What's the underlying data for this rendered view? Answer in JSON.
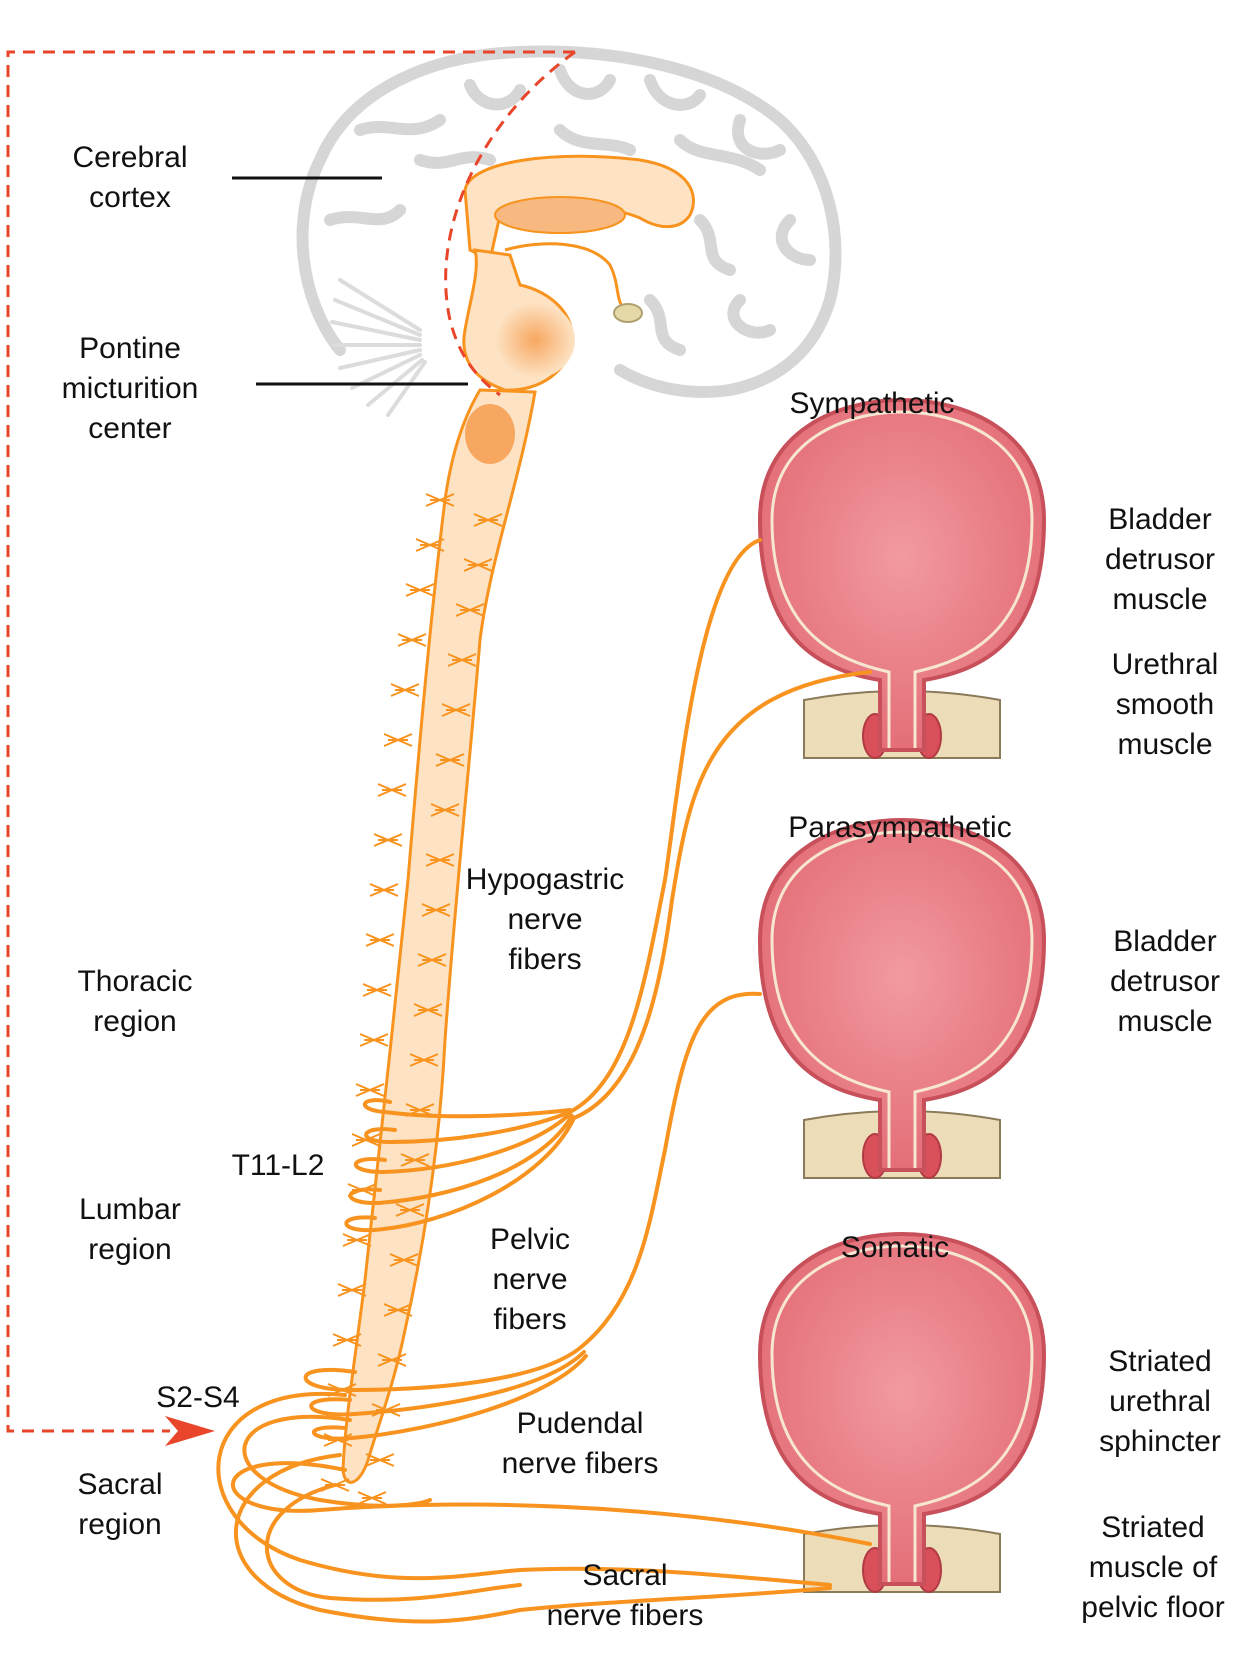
{
  "labels": {
    "cerebral_cortex": [
      "Cerebral",
      "cortex"
    ],
    "pontine": [
      "Pontine",
      "micturition",
      "center"
    ],
    "thoracic": [
      "Thoracic",
      "region"
    ],
    "t11_l2": "T11-L2",
    "lumbar": [
      "Lumbar",
      "region"
    ],
    "s2_s4": "S2-S4",
    "sacral_region": [
      "Sacral",
      "region"
    ],
    "sympathetic": "Sympathetic",
    "parasympathetic": "Parasympathetic",
    "somatic": "Somatic",
    "bladder_detrusor_1": [
      "Bladder",
      "detrusor",
      "muscle"
    ],
    "urethral_smooth": [
      "Urethral",
      "smooth",
      "muscle"
    ],
    "bladder_detrusor_2": [
      "Bladder",
      "detrusor",
      "muscle"
    ],
    "striated_sphincter": [
      "Striated",
      "urethral",
      "sphincter"
    ],
    "striated_pelvic": [
      "Striated",
      "muscle of",
      "pelvic floor"
    ],
    "hypogastric": [
      "Hypogastric",
      "nerve",
      "fibers"
    ],
    "pelvic": [
      "Pelvic",
      "nerve",
      "fibers"
    ],
    "pudendal": [
      "Pudendal",
      "nerve fibers"
    ],
    "sacral_nerve": [
      "Sacral",
      "nerve fibers"
    ]
  },
  "colors": {
    "nerve": "#f7931e",
    "cord_fill": "#fde3c4",
    "bladder_fill": "#e8707a",
    "bladder_edge": "#c8505a",
    "pelvic_floor": "#ecdcb8",
    "dashed_path": "#e8452a",
    "brain_outline": "#d6d6d6"
  }
}
